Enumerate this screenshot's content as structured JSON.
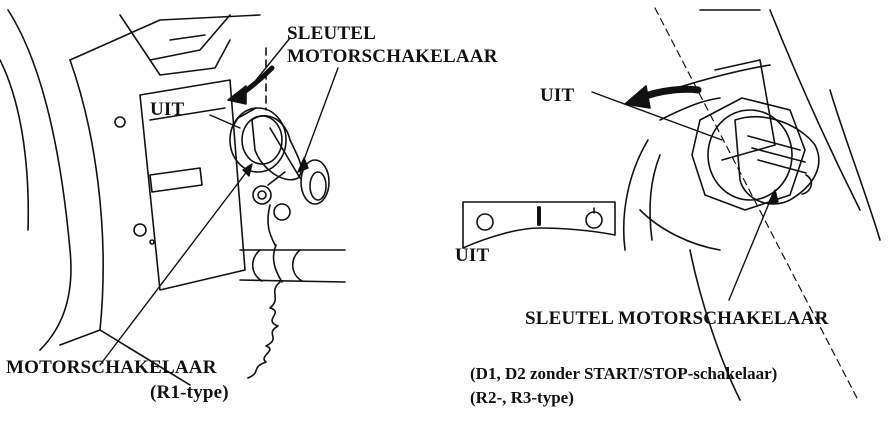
{
  "left_figure": {
    "key_label_line1": "SLEUTEL",
    "key_label_line2": "MOTORSCHAKELAAR",
    "off_label": "UIT",
    "switch_label": "MOTORSCHAKELAAR",
    "type_label": "(R1-type)"
  },
  "middle_figure": {
    "off_label": "UIT"
  },
  "right_figure": {
    "off_label": "UIT",
    "key_label": "SLEUTEL MOTORSCHAKELAAR",
    "caption_line1": "(D1, D2 zonder START/STOP-schakelaar)",
    "caption_line2": "(R2-, R3-type)"
  },
  "colors": {
    "ink": "#111111",
    "background": "#ffffff"
  }
}
